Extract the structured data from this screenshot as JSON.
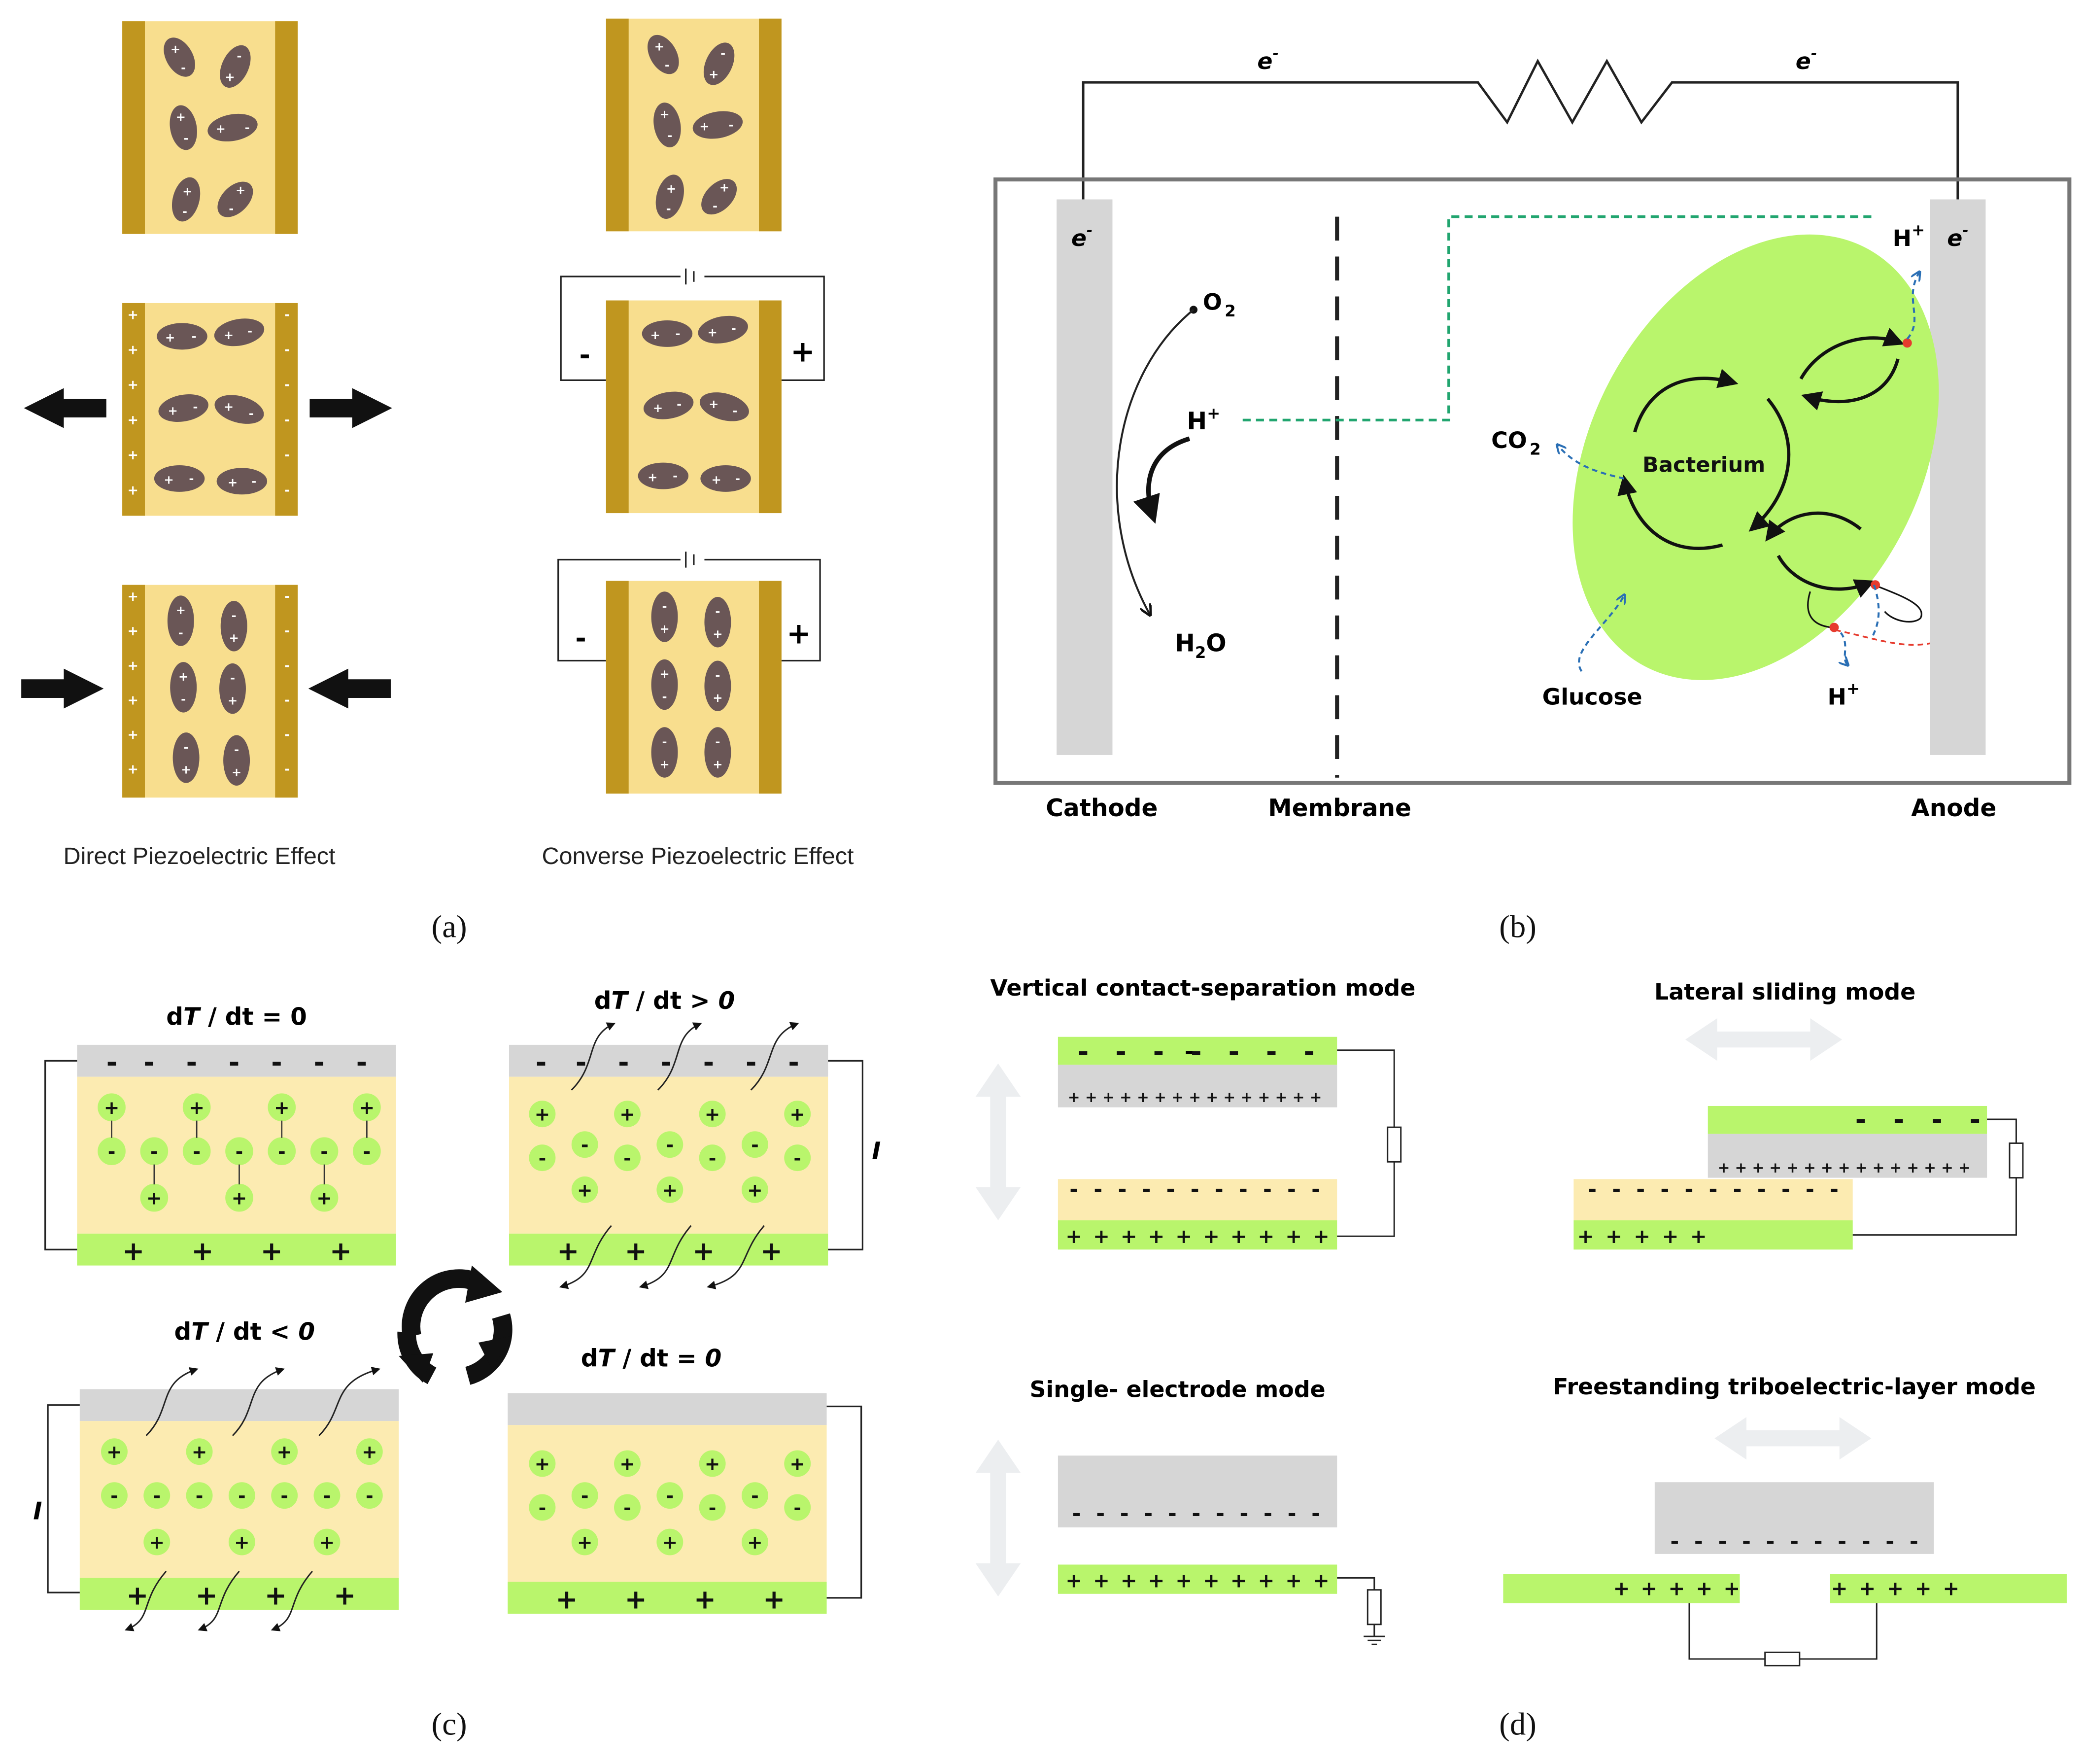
{
  "panel_labels": {
    "a": "(a)",
    "b": "(b)",
    "c": "(c)",
    "d": "(d)"
  },
  "panel_a": {
    "direct_label": "Direct Piezoelectric Effect",
    "converse_label": "Converse Piezoelectric Effect",
    "plus": "+",
    "minus": "-"
  },
  "panel_b": {
    "electron": "e",
    "superscript_minus": "-",
    "superscript_plus": "+",
    "o2_base": "O",
    "o2_sub": "2",
    "h_base": "H",
    "h2o_h": "H",
    "h2o_sub": "2",
    "h2o_o": "O",
    "co2_base": "CO",
    "co2_sub": "2",
    "bacterium": "Bacterium",
    "glucose": "Glucose",
    "cathode": "Cathode",
    "membrane": "Membrane",
    "anode": "Anode"
  },
  "panel_c": {
    "d": "d",
    "T": "T",
    "dt": " / dt",
    "eq_zero": " = 0",
    "gt_zero": " > 0",
    "lt_zero": " < 0",
    "current": "I",
    "plus": "+",
    "minus": "-",
    "colors": {
      "green": "#b9f56c",
      "cream": "#fcebb1",
      "grey": "#d6d6d6"
    }
  },
  "panel_d": {
    "vertical_title": "Vertical contact-separation mode",
    "lateral_title": "Lateral sliding mode",
    "single_title": "Single- electrode mode",
    "freestanding_title": "Freestanding triboelectric-layer mode",
    "plus": "+",
    "minus": "-",
    "colors": {
      "green": "#b9f56c",
      "cream": "#fcebb1",
      "grey": "#d6d6d6",
      "arrow": "#eceef0"
    }
  }
}
